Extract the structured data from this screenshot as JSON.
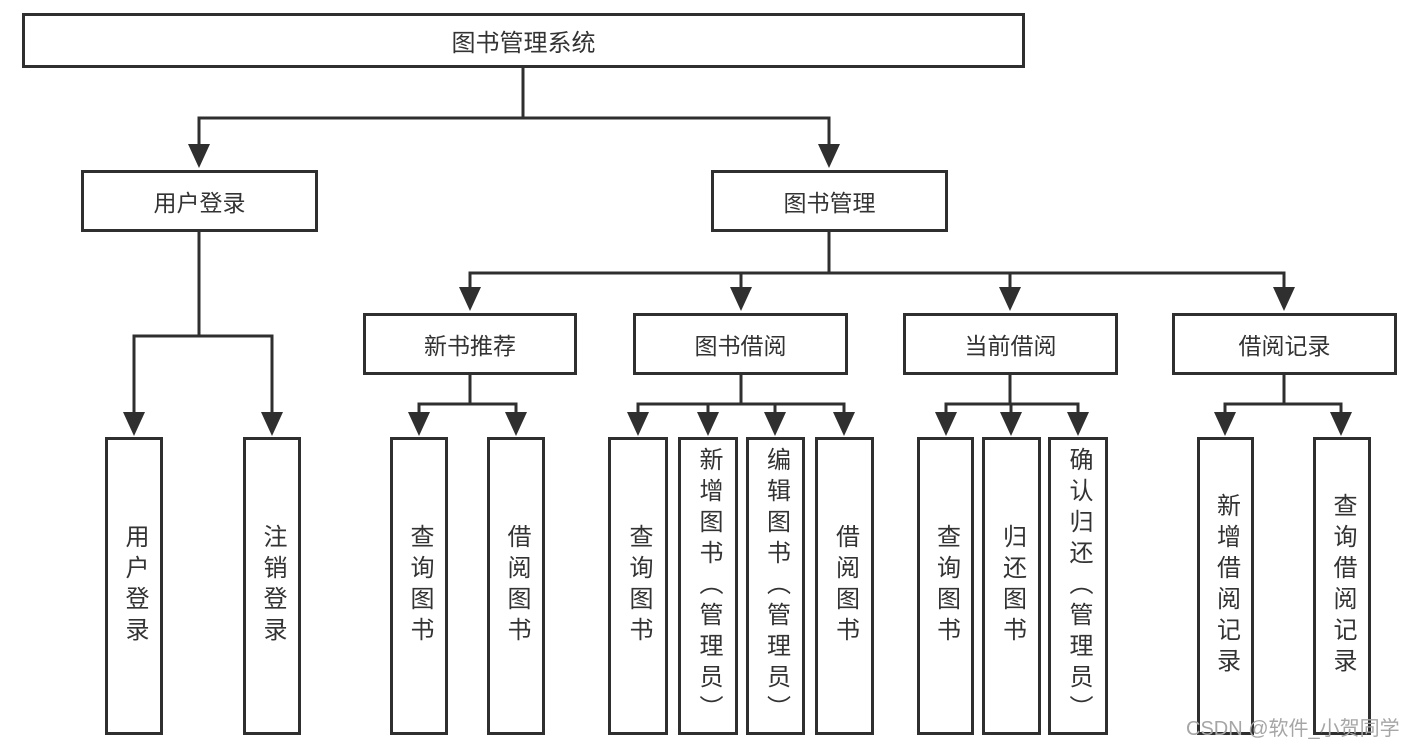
{
  "diagram": {
    "root": {
      "label": "图书管理系统"
    },
    "branches": [
      {
        "label": "用户登录",
        "children": [
          {
            "label": "用户登录"
          },
          {
            "label": "注销登录"
          }
        ]
      },
      {
        "label": "图书管理",
        "children": [
          {
            "label": "新书推荐",
            "children": [
              {
                "label": "查询图书"
              },
              {
                "label": "借阅图书"
              }
            ]
          },
          {
            "label": "图书借阅",
            "children": [
              {
                "label": "查询图书"
              },
              {
                "label": "新增图书（管理员）"
              },
              {
                "label": "编辑图书（管理员）"
              },
              {
                "label": "借阅图书"
              }
            ]
          },
          {
            "label": "当前借阅",
            "children": [
              {
                "label": "查询图书"
              },
              {
                "label": "归还图书"
              },
              {
                "label": "确认归还（管理员）"
              }
            ]
          },
          {
            "label": "借阅记录",
            "children": [
              {
                "label": "新增借阅记录"
              },
              {
                "label": "查询借阅记录"
              }
            ]
          }
        ]
      }
    ]
  },
  "watermark": {
    "text": "CSDN @软件_小贺同学"
  },
  "colors": {
    "line": "#2f2f2f",
    "text": "#333333",
    "background": "#ffffff",
    "watermark": "#a6a6a6"
  }
}
